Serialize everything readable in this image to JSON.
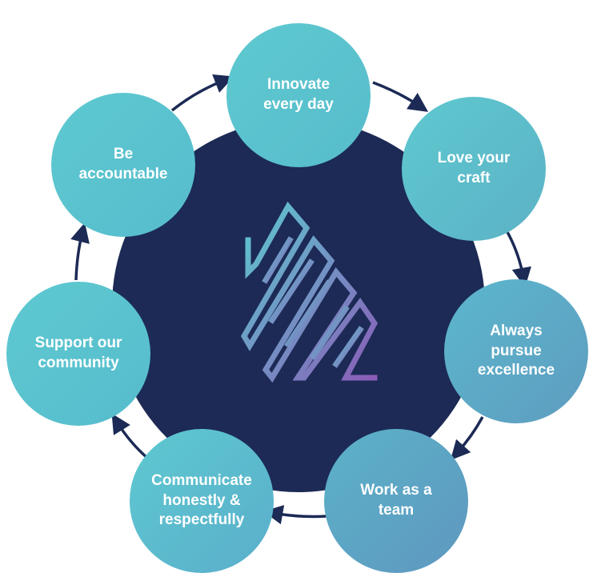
{
  "diagram": {
    "center": {
      "logo": "stylized triangular maze logo",
      "colors": {
        "disc": "#1c2a55",
        "logo_start": "#5cc9cf",
        "logo_end": "#8a5cb8"
      }
    },
    "arrow_color": "#1c2a55",
    "values": [
      {
        "id": "innovate",
        "label": "Innovate\nevery day",
        "color_a": "#5ec9d0",
        "color_b": "#57bccb"
      },
      {
        "id": "love-craft",
        "label": "Love your\ncraft",
        "color_a": "#5ec8cf",
        "color_b": "#5cb2c6"
      },
      {
        "id": "excellence",
        "label": "Always\npursue\nexcellence",
        "color_a": "#5cb7cc",
        "color_b": "#5e9cc0"
      },
      {
        "id": "team",
        "label": "Work as a\nteam",
        "color_a": "#5bb2c9",
        "color_b": "#5f97bf"
      },
      {
        "id": "communicate",
        "label": "Communicate\nhonestly &\nrespectfully",
        "color_a": "#5ec9d0",
        "color_b": "#5aaecb"
      },
      {
        "id": "community",
        "label": "Support our\ncommunity",
        "color_a": "#5ec9d0",
        "color_b": "#56bccd"
      },
      {
        "id": "accountable",
        "label": "Be\naccountable",
        "color_a": "#5ec9d0",
        "color_b": "#56bccd"
      }
    ]
  }
}
